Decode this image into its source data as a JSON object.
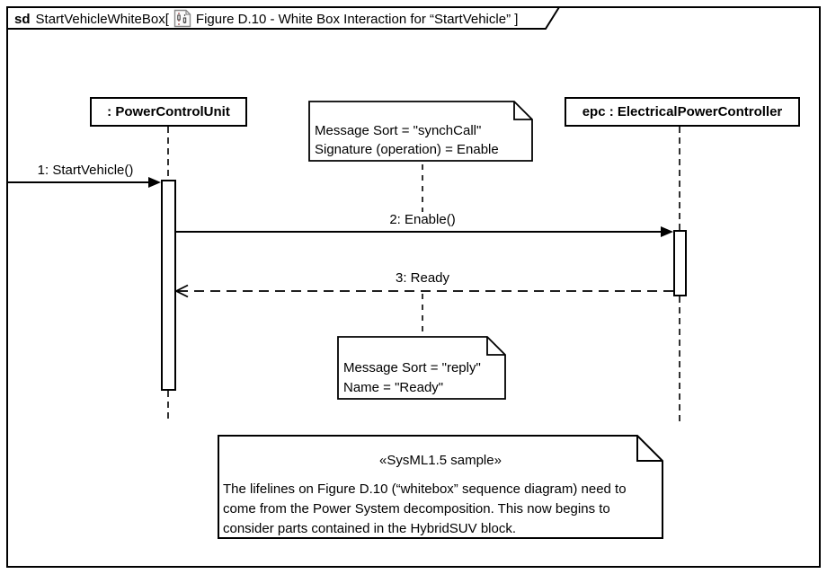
{
  "frame": {
    "keyword": "sd",
    "title_name": "StartVehicleWhiteBox[",
    "title_rest": "Figure D.10 - White Box Interaction for “StartVehicle” ]"
  },
  "lifelines": [
    {
      "label": ": PowerControlUnit"
    },
    {
      "label": "epc : ElectricalPowerController"
    }
  ],
  "messages": [
    {
      "label": "1: StartVehicle()"
    },
    {
      "label": "2: Enable()"
    },
    {
      "label": "3: Ready"
    }
  ],
  "notes": [
    {
      "lines": [
        "Message Sort = \"synchCall\"",
        "Signature (operation) = Enable"
      ]
    },
    {
      "lines": [
        "Message Sort = \"reply\"",
        "Name = \"Ready\""
      ]
    },
    {
      "stereotype": "«SysML1.5 sample»",
      "lines": [
        "The lifelines on Figure D.10 (“whitebox” sequence diagram) need to",
        "come from the Power System decomposition. This now begins to",
        "consider parts contained in the HybridSUV block."
      ]
    }
  ],
  "colors": {
    "line": "#000000",
    "background": "#ffffff"
  }
}
